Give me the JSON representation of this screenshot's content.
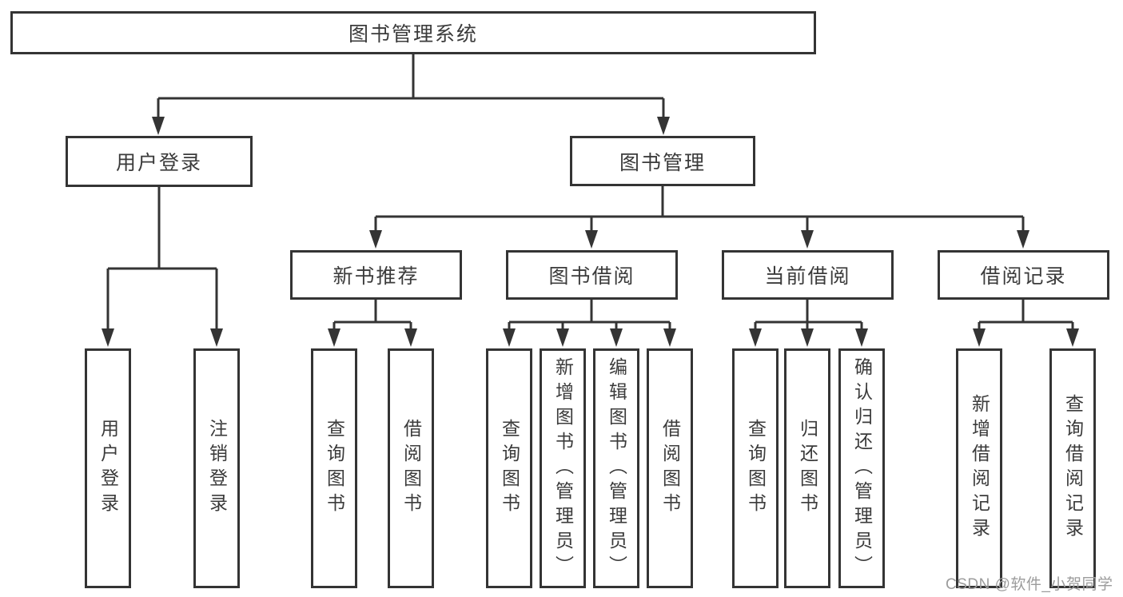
{
  "colors": {
    "line": "#343434",
    "text": "#3b3b3b",
    "watermark": "#9c9c9c",
    "background": "#ffffff"
  },
  "diagram": {
    "root": "图书管理系统",
    "level2": {
      "user_login": "用户登录",
      "book_management": "图书管理"
    },
    "level3": {
      "new_book_recommend": "新书推荐",
      "book_borrowing": "图书借阅",
      "current_borrowing": "当前借阅",
      "borrowing_records": "借阅记录"
    },
    "leaves": {
      "user_login": "用户登录",
      "logout": "注销登录",
      "rec_query_book": "查询图书",
      "rec_borrow_book": "借阅图书",
      "bor_query_book": "查询图书",
      "bor_add_book": "新增图书（管理员）",
      "bor_edit_book": "编辑图书（管理员）",
      "bor_borrow_book": "借阅图书",
      "cur_query_book": "查询图书",
      "cur_return_book": "归还图书",
      "cur_confirm_return": "确认归还（管理员）",
      "rec2_add_record": "新增借阅记录",
      "rec2_query_record": "查询借阅记录"
    }
  },
  "watermark": "CSDN @软件_小贺同学"
}
